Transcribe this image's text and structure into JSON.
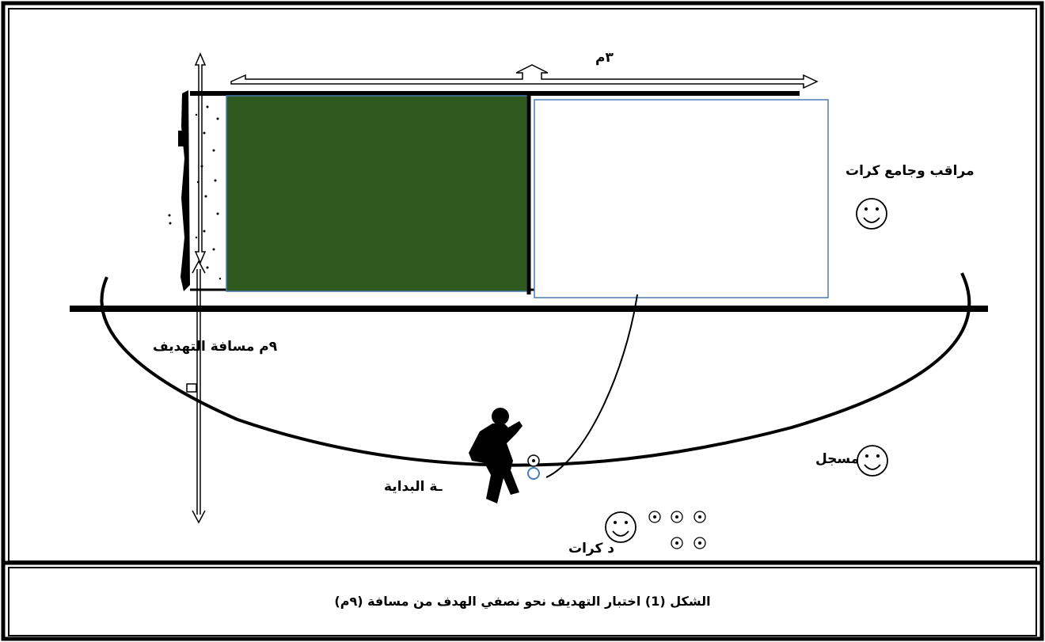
{
  "figure": {
    "width_label": "٣م",
    "observer_label": "مراقب وجامع كرات",
    "distance_label": "٩م مسافة التهديف",
    "recorder_label": "مسجل",
    "start_label": "ـة البداية",
    "ball_feeder_label": "د كرات",
    "caption": "الشكل (1) اختبار التهديف نحو نصفي الهدف من مسافة (٩م)"
  },
  "colors": {
    "target_half_fill": "#2e5a1f",
    "target_border": "#4a7cb5",
    "line": "#000000"
  }
}
